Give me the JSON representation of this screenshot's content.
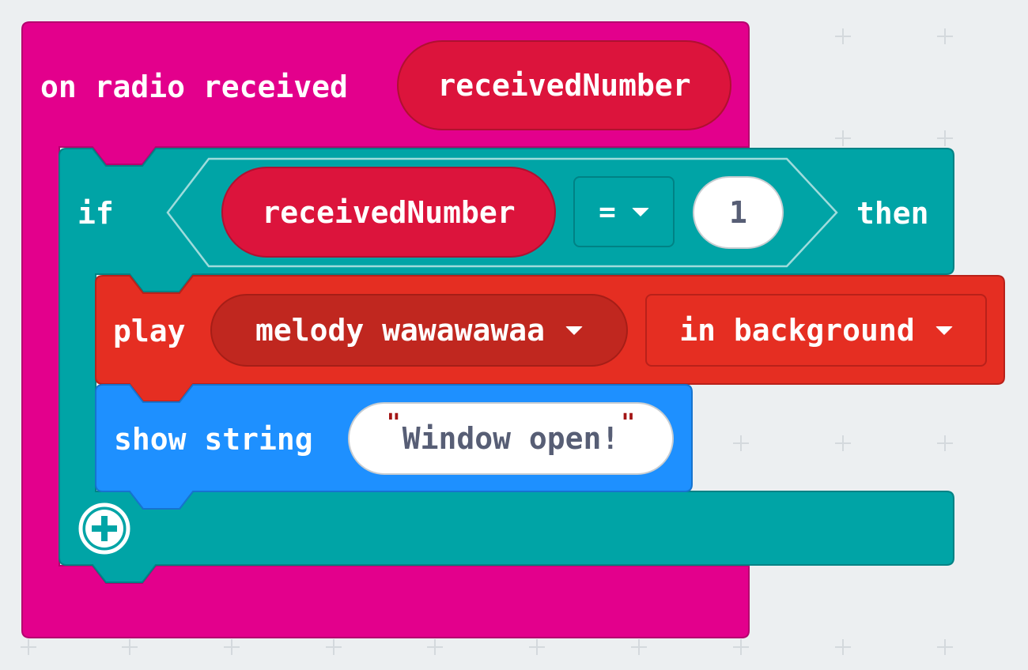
{
  "event_block": {
    "label": "on radio received",
    "param": "receivedNumber",
    "color": "#e3008c"
  },
  "if_block": {
    "if_label": "if",
    "then_label": "then",
    "condition": {
      "left_variable": "receivedNumber",
      "operator": "=",
      "right_value": "1"
    },
    "color": "#00a4a6"
  },
  "play_block": {
    "label": "play",
    "melody": "melody wawawawaa",
    "mode": "in background",
    "color": "#e52e22"
  },
  "show_string_block": {
    "label": "show string",
    "open_quote": "\"",
    "text": "Window open!",
    "close_quote": "\"",
    "color": "#1e90ff"
  },
  "add_else_icon": "plus-circle-icon"
}
